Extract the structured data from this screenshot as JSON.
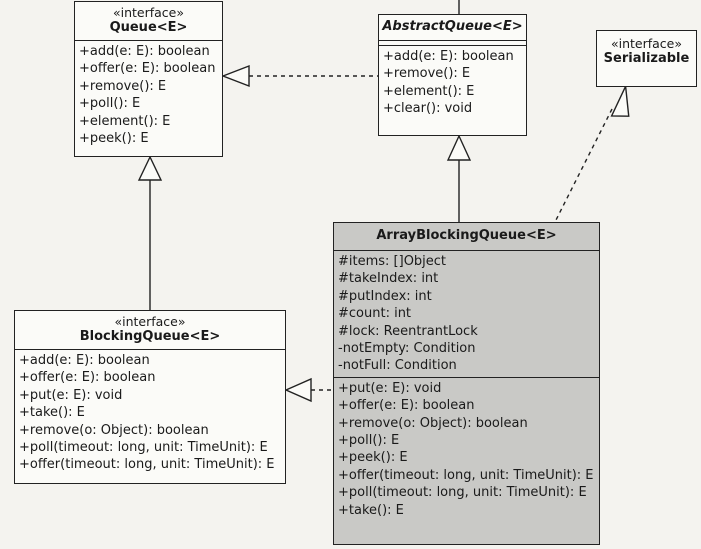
{
  "classes": {
    "queue": {
      "stereotype": "«interface»",
      "name": "Queue<E>",
      "methods": [
        "+add(e: E): boolean",
        "+offer(e: E): boolean",
        "+remove(): E",
        "+poll(): E",
        "+element(): E",
        "+peek(): E"
      ]
    },
    "abstract_queue": {
      "name": "AbstractQueue<E>",
      "methods": [
        "+add(e: E): boolean",
        "+remove(): E",
        "+element(): E",
        "+clear(): void"
      ]
    },
    "serializable": {
      "stereotype": "«interface»",
      "name": "Serializable"
    },
    "blocking_queue": {
      "stereotype": "«interface»",
      "name": "BlockingQueue<E>",
      "methods": [
        "+add(e: E): boolean",
        "+offer(e: E): boolean",
        "+put(e: E): void",
        "+take(): E",
        "+remove(o: Object): boolean",
        "+poll(timeout: long, unit: TimeUnit): E",
        "+offer(timeout: long, unit: TimeUnit): E"
      ]
    },
    "array_blocking_queue": {
      "name": "ArrayBlockingQueue<E>",
      "fields": [
        "#items: []Object",
        "#takeIndex: int",
        "#putIndex: int",
        "#count: int",
        "#lock: ReentrantLock",
        "-notEmpty: Condition",
        "-notFull: Condition"
      ],
      "methods": [
        "+put(e: E): void",
        "+offer(e: E): boolean",
        "+remove(o: Object): boolean",
        "+poll(): E",
        "+peek(): E",
        "+offer(timeout: long, unit: TimeUnit): E",
        "+poll(timeout: long, unit: TimeUnit): E",
        "+take(): E"
      ]
    }
  },
  "edges": [
    {
      "from": "abstract_queue",
      "to": "queue",
      "kind": "realization"
    },
    {
      "from": "blocking_queue",
      "to": "queue",
      "kind": "generalization"
    },
    {
      "from": "array_blocking_queue",
      "to": "abstract_queue",
      "kind": "generalization"
    },
    {
      "from": "array_blocking_queue",
      "to": "serializable",
      "kind": "realization"
    },
    {
      "from": "array_blocking_queue",
      "to": "blocking_queue",
      "kind": "realization"
    }
  ]
}
